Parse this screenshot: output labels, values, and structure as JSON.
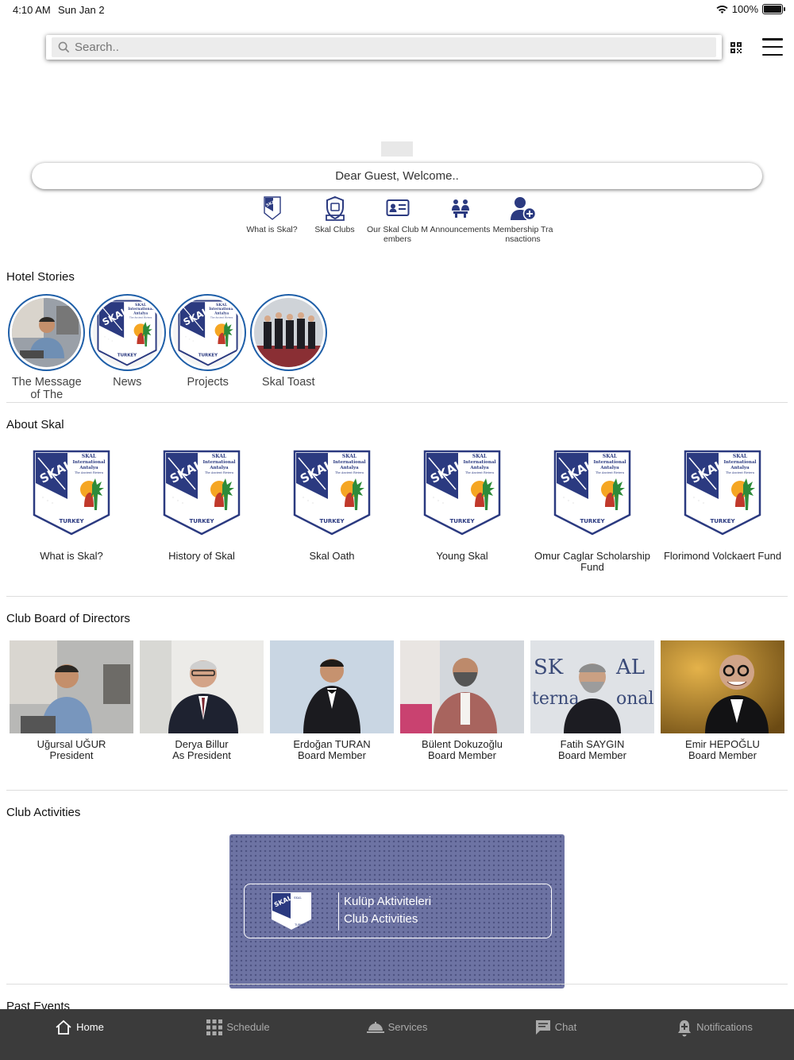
{
  "status": {
    "time": "4:10 AM",
    "date": "Sun Jan 2",
    "battery": "100%"
  },
  "search": {
    "placeholder": "Search.."
  },
  "welcome": "Dear Guest, Welcome..",
  "quick_links": [
    {
      "label": "What is Skal?",
      "icon": "skal-logo-icon"
    },
    {
      "label": "Skal Clubs",
      "icon": "badge-icon"
    },
    {
      "label": "Our Skal Club Members",
      "icon": "id-card-icon"
    },
    {
      "label": "Announcements",
      "icon": "people-meeting-icon"
    },
    {
      "label": "Membership Transactions",
      "icon": "add-user-icon"
    }
  ],
  "sections": {
    "hotel_stories": "Hotel Stories",
    "about_skal": "About Skal",
    "board": "Club Board of Directors",
    "activities": "Club Activities",
    "past_events": "Past Events"
  },
  "stories": [
    {
      "label": "The Message of The",
      "kind": "photo"
    },
    {
      "label": "News",
      "kind": "logo"
    },
    {
      "label": "Projects",
      "kind": "logo"
    },
    {
      "label": "Skal Toast",
      "kind": "group"
    }
  ],
  "about": [
    {
      "label": "What is Skal?"
    },
    {
      "label": "History of Skal"
    },
    {
      "label": "Skal Oath"
    },
    {
      "label": "Young Skal"
    },
    {
      "label": "Omur Caglar Scholarship Fund"
    },
    {
      "label": "Florimond Volckaert Fund"
    }
  ],
  "logo_text": {
    "brand": "SKAL",
    "line1": "SKAL",
    "line2": "International",
    "line3": "Antalya",
    "line4": "The Ancient Riviera",
    "country": "TURKEY"
  },
  "board_members": [
    {
      "name": "Uğursal UĞUR",
      "role": "President"
    },
    {
      "name": "Derya Billur",
      "role": "As President"
    },
    {
      "name": "Erdoğan TURAN",
      "role": "Board Member"
    },
    {
      "name": "Bülent Dokuzoğlu",
      "role": "Board Member"
    },
    {
      "name": "Fatih SAYGIN",
      "role": "Board Member"
    },
    {
      "name": "Emir HEPOĞLU",
      "role": "Board Member"
    }
  ],
  "activity_banner": {
    "line1": "Kulüp Aktiviteleri",
    "line2": "Club Activities"
  },
  "tabs": [
    {
      "label": "Home",
      "icon": "home-icon",
      "active": true
    },
    {
      "label": "Schedule",
      "icon": "grid-icon",
      "active": false
    },
    {
      "label": "Services",
      "icon": "service-bell-icon",
      "active": false
    },
    {
      "label": "Chat",
      "icon": "chat-icon",
      "active": false
    },
    {
      "label": "Notifications",
      "icon": "bell-icon",
      "active": false
    }
  ]
}
